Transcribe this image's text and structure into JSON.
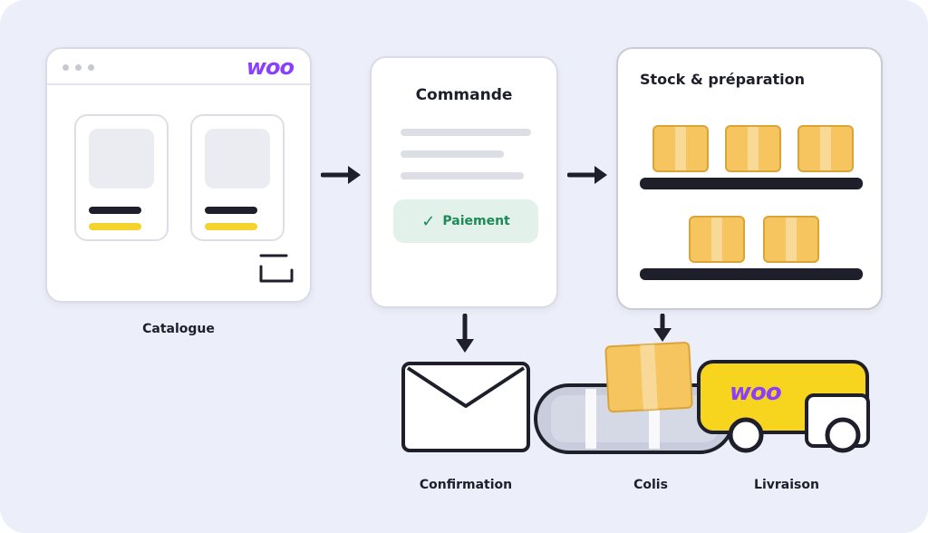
{
  "catalog": {
    "brand": "woo",
    "label": "Catalogue"
  },
  "order": {
    "title": "Commande",
    "payment": "Paiement"
  },
  "stock": {
    "title": "Stock & préparation"
  },
  "confirmation": {
    "label": "Confirmation"
  },
  "parcel": {
    "label": "Colis"
  },
  "delivery": {
    "label": "Livraison",
    "brand": "woo"
  },
  "icons": [
    "cart-icon",
    "check-icon",
    "envelope-icon",
    "arrow-right-icon",
    "arrow-down-icon",
    "delivery-truck-icon",
    "parcel-box-icon"
  ],
  "colors": {
    "brand": "#8a3ffc",
    "accent_yellow": "#f5d22c",
    "box": "#f6c560",
    "payment_bg": "#e2f2ea",
    "payment_text": "#1f8a58",
    "ink": "#1e1f2b"
  }
}
